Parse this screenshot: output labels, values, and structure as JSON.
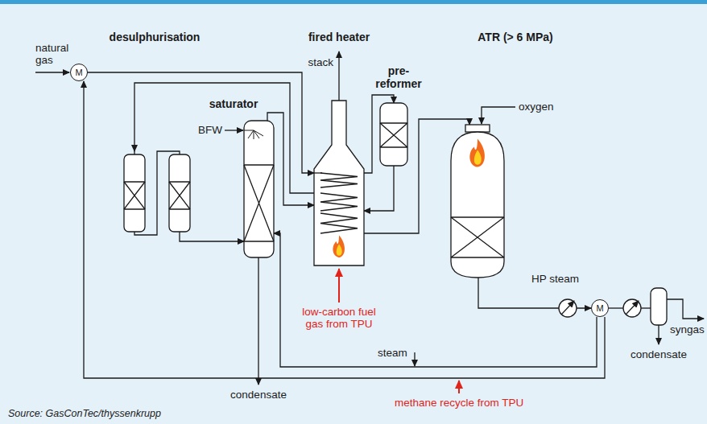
{
  "diagram": {
    "caption": "Source: GasConTec/thyssenkrupp",
    "nodes": [
      {
        "text": [
          "M"
        ]
      },
      {
        "text": [
          "desulphurisation"
        ]
      },
      {
        "text": [
          "saturator"
        ]
      },
      {
        "text": [
          "fired heater"
        ]
      },
      {
        "text": [
          "pre-reformer"
        ]
      },
      {
        "text": [
          "ATR (> 6 MPa)"
        ]
      },
      {
        "text": [
          "M"
        ]
      }
    ],
    "edges": [
      {
        "from": 0,
        "to": 3,
        "arrow": "to"
      },
      {
        "from": 3,
        "to": 1,
        "arrow": "to"
      },
      {
        "from": 1,
        "to": 2,
        "arrow": "to"
      },
      {
        "from": 2,
        "to": 3,
        "arrow": "to"
      },
      {
        "from": 3,
        "to": 4,
        "arrow": "to"
      },
      {
        "from": 4,
        "to": 3,
        "arrow": "to"
      },
      {
        "from": 3,
        "to": 5,
        "arrow": "to"
      },
      {
        "from": 5,
        "to": 6,
        "arrow": "to"
      },
      {
        "from": 6,
        "to": 2,
        "arrow": "to"
      },
      {
        "from": 6,
        "to": 0,
        "arrow": "to"
      }
    ],
    "labels": [
      "natural gas",
      "stack",
      "BFW",
      "oxygen",
      "low-carbon fuel gas from TPU",
      "HP steam",
      "steam",
      "methane recycle from TPU",
      "syngas",
      "condensate",
      "condensate"
    ]
  }
}
